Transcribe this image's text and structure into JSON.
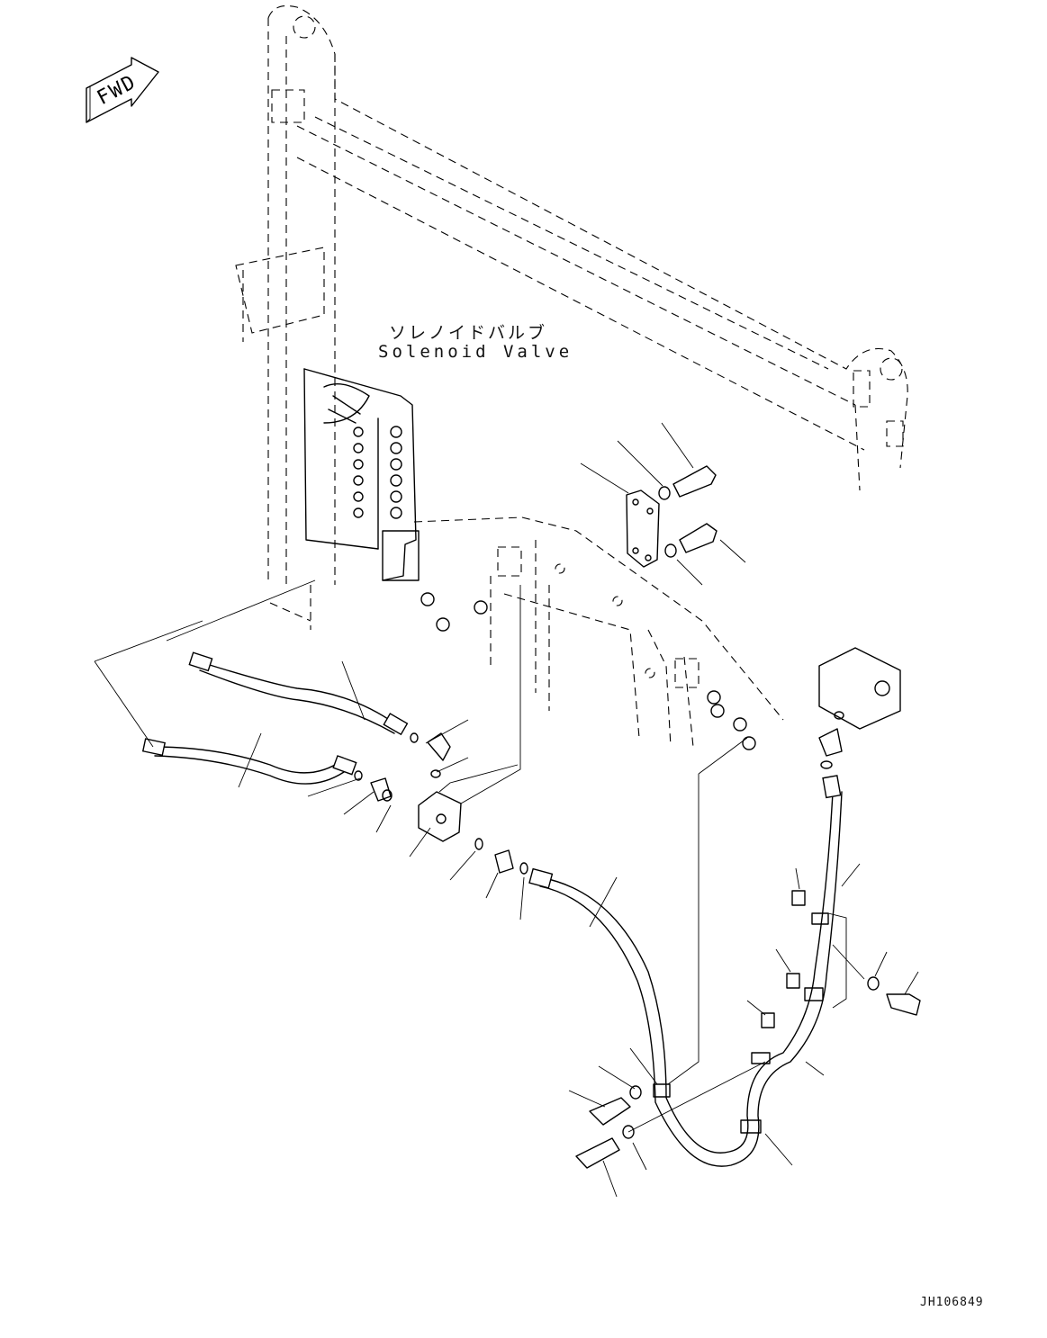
{
  "labels": {
    "component_jp": "ソレノイドバルブ",
    "component_en": "Solenoid Valve",
    "direction": "FWD",
    "drawing_id": "JH106849"
  },
  "colors": {
    "line": "#000000",
    "background": "#ffffff"
  }
}
